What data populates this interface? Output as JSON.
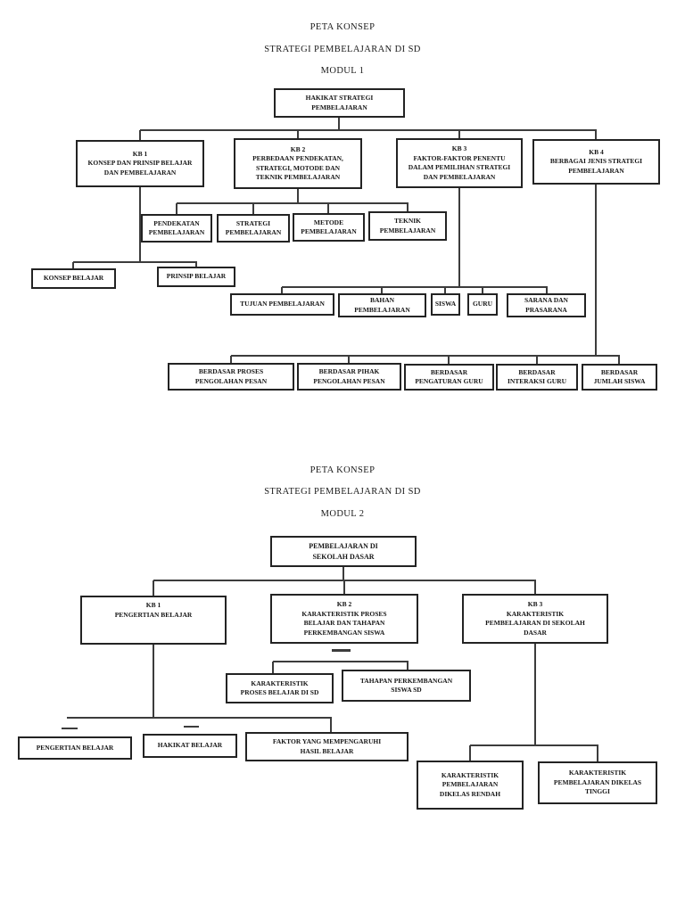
{
  "diagram1": {
    "header": [
      "PETA KONSEP",
      "STRATEGI PEMBELAJARAN DI SD",
      "MODUL 1"
    ],
    "root": "HAKIKAT STRATEGI\nPEMBELAJARAN",
    "kb": [
      {
        "code": "KB 1",
        "title": "KONSEP DAN PRINSIP BELAJAR\nDAN PEMBELAJARAN"
      },
      {
        "code": "KB 2",
        "title": "PERBEDAAN PENDEKATAN,\nSTRATEGI, MOTODE DAN\nTEKNIK PEMBELAJARAN"
      },
      {
        "code": "KB 3",
        "title": "FAKTOR-FAKTOR PENENTU\nDALAM PEMILIHAN STRATEGI\nDAN PEMBELAJARAN"
      },
      {
        "code": "KB 4",
        "title": "BERBAGAI JENIS STRATEGI\nPEMBELAJARAN"
      }
    ],
    "kb2_children": [
      "PENDEKATAN\nPEMBELAJARAN",
      "STRATEGI\nPEMBELAJARAN",
      "METODE\nPEMBELAJARAN",
      "TEKNIK\nPEMBELAJARAN"
    ],
    "kb1_children": [
      "KONSEP BELAJAR",
      "PRINSIP BELAJAR"
    ],
    "kb3_children": [
      "TUJUAN PEMBELAJARAN",
      "BAHAN\nPEMBELAJARAN",
      "SISWA",
      "GURU",
      "SARANA DAN\nPRASARANA"
    ],
    "kb4_children": [
      "BERDASAR PROSES\nPENGOLAHAN PESAN",
      "BERDASAR PIHAK\nPENGOLAHAN PESAN",
      "BERDASAR\nPENGATURAN GURU",
      "BERDASAR\nINTERAKSI GURU",
      "BERDASAR\nJUMLAH SISWA"
    ]
  },
  "diagram2": {
    "header": [
      "PETA KONSEP",
      "STRATEGI PEMBELAJARAN DI SD",
      "MODUL 2"
    ],
    "root": "PEMBELAJARAN DI\nSEKOLAH DASAR",
    "kb": [
      {
        "code": "KB 1",
        "title": "PENGERTIAN BELAJAR"
      },
      {
        "code": "KB 2",
        "title": "KARAKTERISTIK PROSES\nBELAJAR DAN TAHAPAN\nPERKEMBANGAN SISWA"
      },
      {
        "code": "KB 3",
        "title": "KARAKTERISTIK\nPEMBELAJARAN DI SEKOLAH\nDASAR"
      }
    ],
    "kb2_children": [
      "KARAKTERISTIK\nPROSES BELAJAR DI SD",
      "TAHAPAN PERKEMBANGAN\nSISWA SD"
    ],
    "kb1_children": [
      "PENGERTIAN BELAJAR",
      "HAKIKAT BELAJAR",
      "FAKTOR YANG MEMPENGARUHI\nHASIL BELAJAR"
    ],
    "kb3_children": [
      "KARAKTERISTIK\nPEMBELAJARAN\nDIKELAS RENDAH",
      "KARAKTERISTIK\nPEMBELAJARAN DIKELAS\nTINGGI"
    ]
  },
  "colors": {
    "line": "#3c3c3c",
    "border": "#232323",
    "text": "#161616",
    "background": "#ffffff"
  }
}
